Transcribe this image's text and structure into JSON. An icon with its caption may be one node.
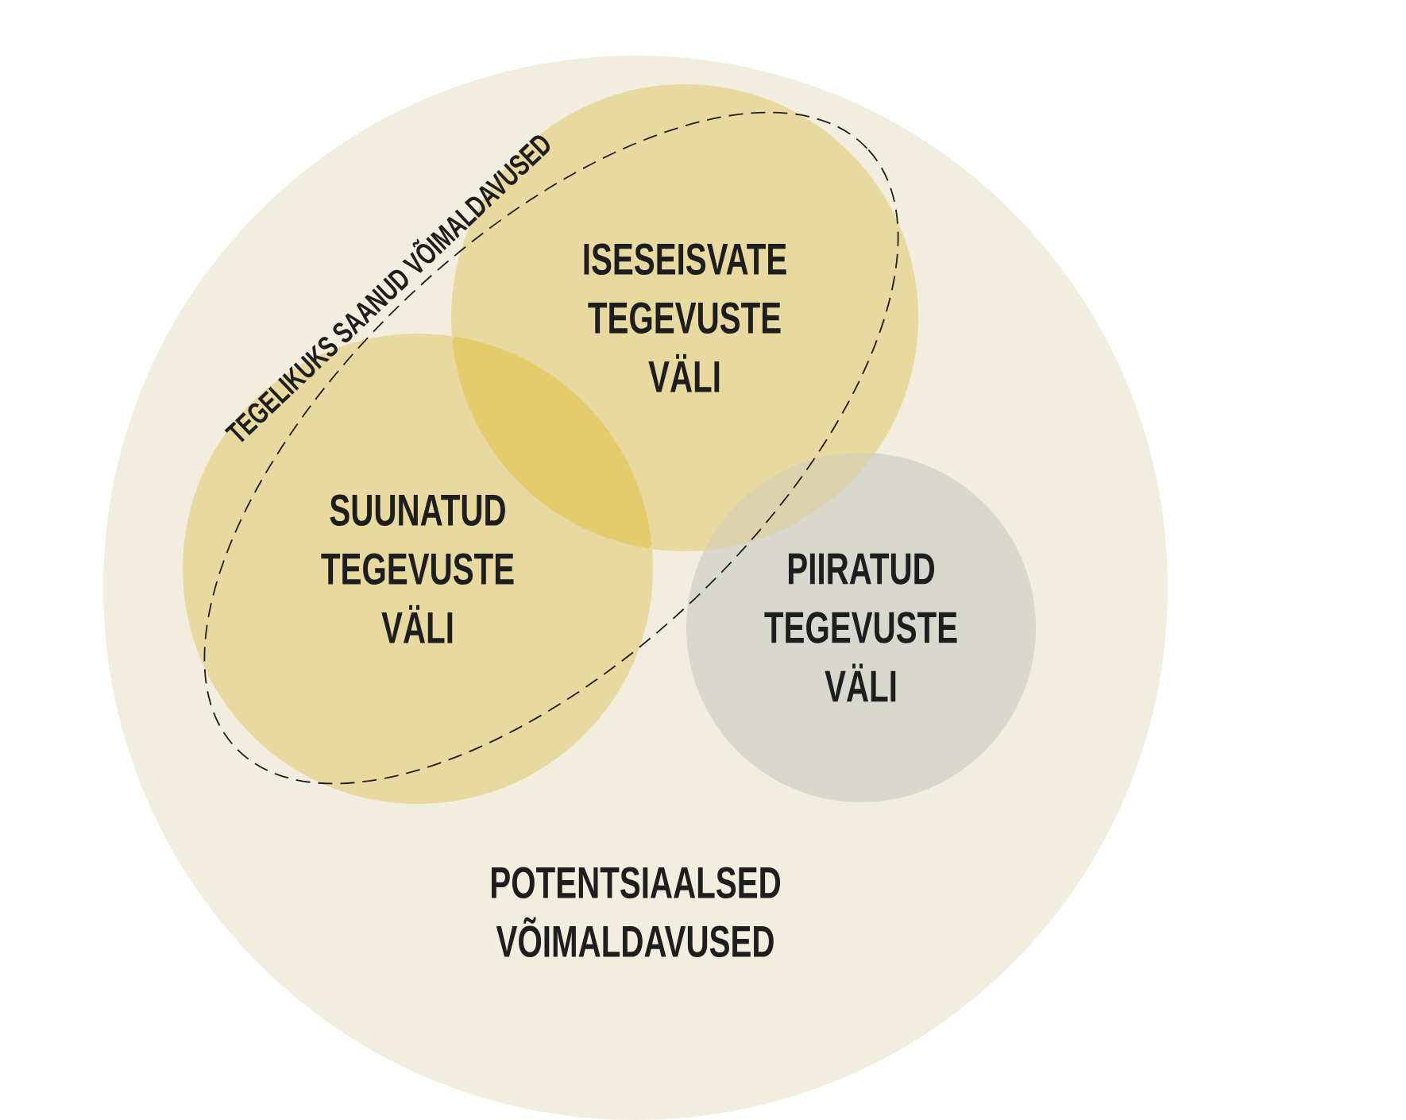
{
  "diagram": {
    "nodes": [
      {
        "text": [
          "POTENTSIAALSED VÕIMALDAVUSED"
        ]
      },
      {
        "text": [
          "TEGELIKUKS SAANUD VÕIMALDAVUSED"
        ],
        "in": 0
      },
      {
        "text": [
          "ISESEISVATE TEGEVUSTE VÄLI"
        ],
        "in": 0
      },
      {
        "text": [
          "SUUNATUD TEGEVUSTE VÄLI"
        ],
        "in": 0
      },
      {
        "text": [
          "PIIRATUD TEGEVUSTE VÄLI"
        ],
        "in": 0
      }
    ]
  }
}
